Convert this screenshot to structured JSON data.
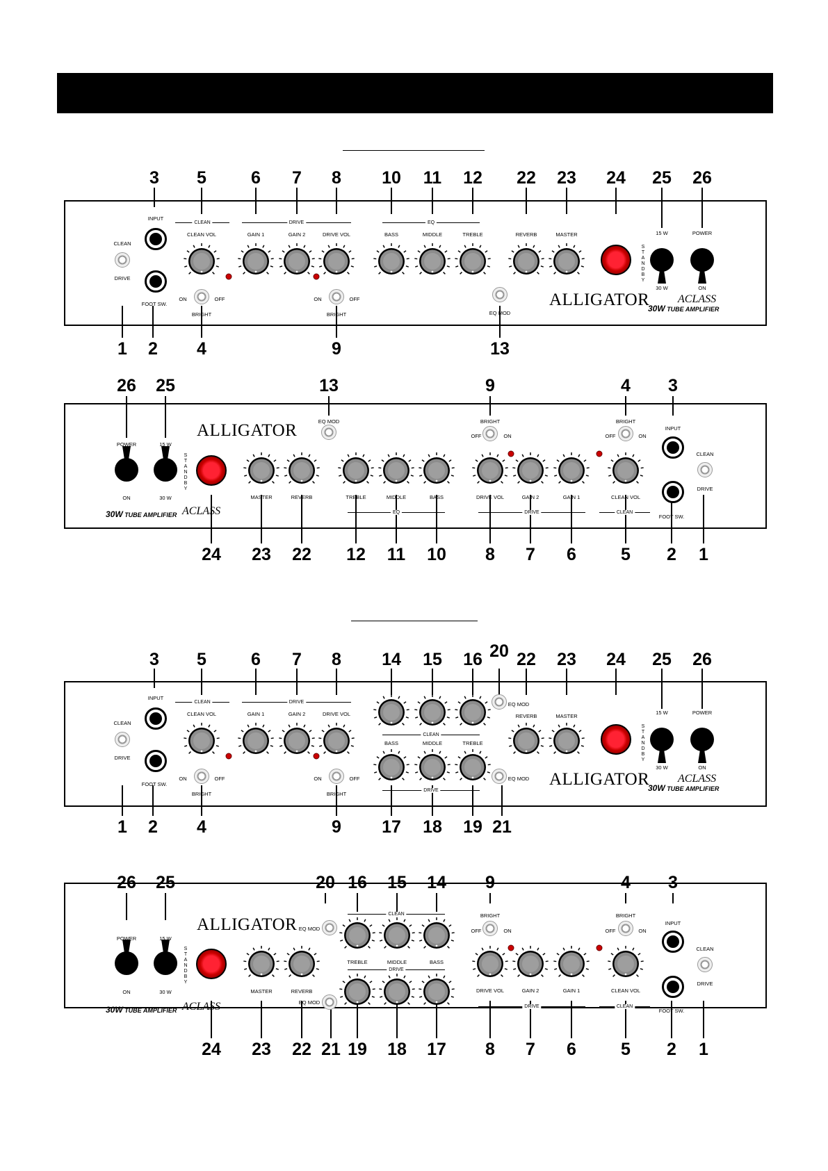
{
  "labels": {
    "clean_sw_top": "CLEAN",
    "clean_sw_bottom": "DRIVE",
    "input": "INPUT",
    "foot_sw": "FOOT SW.",
    "clean_group": "CLEAN",
    "drive_group": "DRIVE",
    "eq_group": "EQ",
    "clean_vol": "CLEAN VOL",
    "gain1": "GAIN 1",
    "gain2": "GAIN 2",
    "drive_vol": "DRIVE VOL",
    "bass": "BASS",
    "middle": "MIDDLE",
    "treble": "TREBLE",
    "reverb": "REVERB",
    "master": "MASTER",
    "on": "ON",
    "off": "OFF",
    "bright": "BRIGHT",
    "eq_mod": "EQ MOD",
    "w15": "15 W",
    "w30": "30 W",
    "power": "POWER",
    "standby": "STANDBY",
    "logo": "ALLIGATOR",
    "model": "30W",
    "model_tail": "TUBE AMPLIFIER",
    "aclass": "ACLASS"
  },
  "panel1_front": {
    "top_numbers": [
      "3",
      "5",
      "6",
      "7",
      "8",
      "10",
      "11",
      "12",
      "22",
      "23",
      "24",
      "25",
      "26"
    ],
    "bottom_numbers": [
      "1",
      "2",
      "4",
      "9",
      "13"
    ]
  },
  "panel1_rear": {
    "top_numbers": [
      "26",
      "25",
      "13",
      "9",
      "4",
      "3"
    ],
    "bottom_numbers": [
      "24",
      "23",
      "22",
      "12",
      "11",
      "10",
      "8",
      "7",
      "6",
      "5",
      "2",
      "1"
    ]
  },
  "panel2_front": {
    "top_numbers": [
      "3",
      "5",
      "6",
      "7",
      "8",
      "14",
      "15",
      "16",
      "20",
      "22",
      "23",
      "24",
      "25",
      "26"
    ],
    "bottom_numbers": [
      "1",
      "2",
      "4",
      "9",
      "17",
      "18",
      "19",
      "21"
    ]
  },
  "panel2_rear": {
    "top_numbers": [
      "26",
      "25",
      "20",
      "16",
      "15",
      "14",
      "9",
      "4",
      "3"
    ],
    "bottom_numbers": [
      "24",
      "23",
      "22",
      "21",
      "19",
      "18",
      "17",
      "8",
      "7",
      "6",
      "5",
      "2",
      "1"
    ]
  }
}
